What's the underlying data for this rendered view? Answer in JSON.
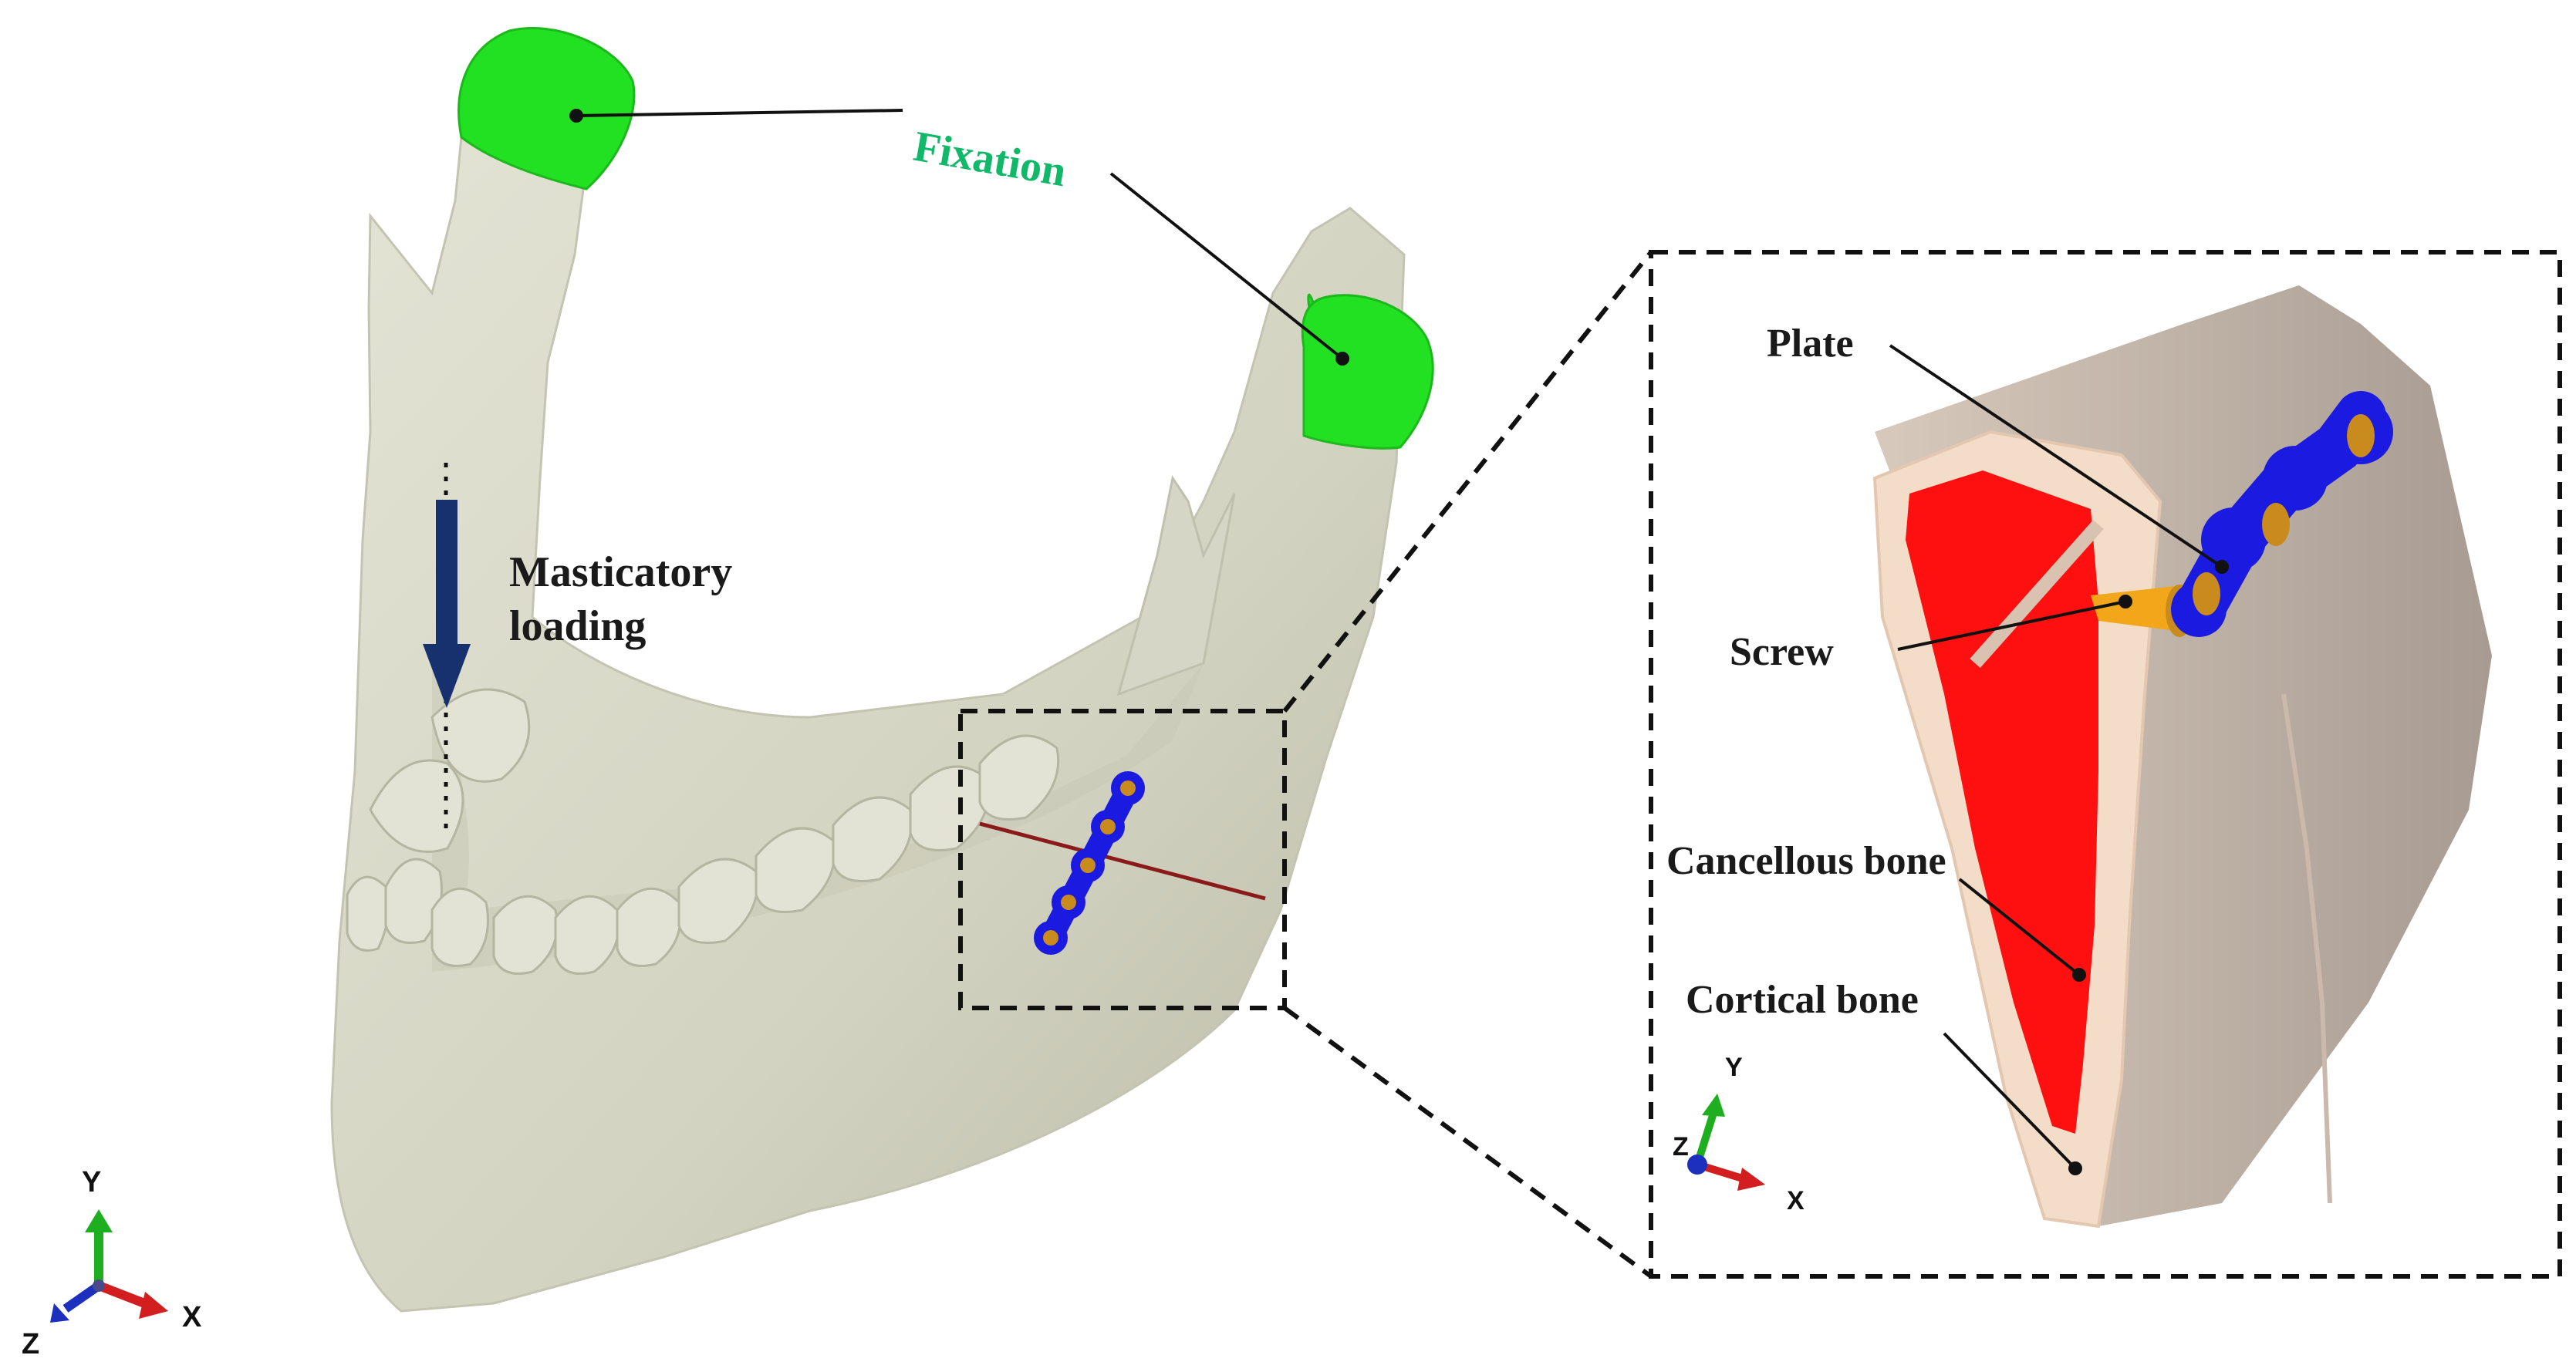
{
  "labels": {
    "fixation": "Fixation",
    "masticatory_line1": "Masticatory",
    "masticatory_line2": "loading",
    "plate": "Plate",
    "screw": "Screw",
    "cancellous": "Cancellous bone",
    "cortical": "Cortical bone"
  },
  "axes": {
    "x": "X",
    "y": "Y",
    "z": "Z"
  },
  "colors": {
    "bone": "#d9d9c9",
    "bone_shade": "#bdbdab",
    "fixation": "#22e022",
    "fixation_text": "#12b86a",
    "plate": "#1a1ae0",
    "screw": "#f2a71b",
    "screw_hole": "#c98a1e",
    "cancellous": "#ff1010",
    "cortical": "#f3dcc8",
    "section_outer": "#b9ada3",
    "load_arrow": "#17306e",
    "axis_x": "#d21e1e",
    "axis_y": "#1fae1f",
    "axis_z": "#1c2fbf"
  },
  "icons": [
    "axis-triad-icon",
    "load-arrow-icon",
    "bone-plate-icon",
    "screw-icon"
  ]
}
